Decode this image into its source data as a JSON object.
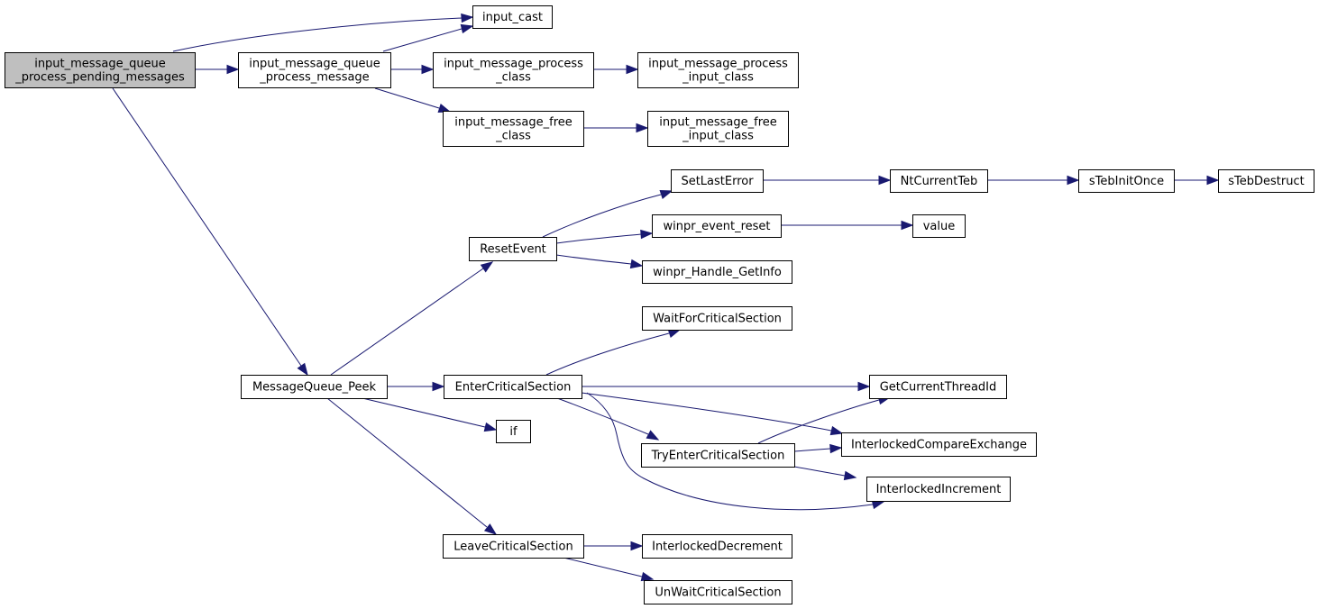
{
  "graph": {
    "nodes": [
      {
        "id": "root",
        "lines": [
          "input_message_queue",
          "_process_pending_messages"
        ],
        "root": true
      },
      {
        "id": "cast",
        "lines": [
          "input_cast"
        ]
      },
      {
        "id": "pm",
        "lines": [
          "input_message_queue",
          "_process_message"
        ]
      },
      {
        "id": "pc",
        "lines": [
          "input_message_process",
          "_class"
        ]
      },
      {
        "id": "pic",
        "lines": [
          "input_message_process",
          "_input_class"
        ]
      },
      {
        "id": "fc",
        "lines": [
          "input_message_free",
          "_class"
        ]
      },
      {
        "id": "fic",
        "lines": [
          "input_message_free",
          "_input_class"
        ]
      },
      {
        "id": "sle",
        "lines": [
          "SetLastError"
        ]
      },
      {
        "id": "nct",
        "lines": [
          "NtCurrentTeb"
        ]
      },
      {
        "id": "sti",
        "lines": [
          "sTebInitOnce"
        ]
      },
      {
        "id": "std",
        "lines": [
          "sTebDestruct"
        ]
      },
      {
        "id": "re",
        "lines": [
          "ResetEvent"
        ]
      },
      {
        "id": "wer",
        "lines": [
          "winpr_event_reset"
        ]
      },
      {
        "id": "val",
        "lines": [
          "value"
        ]
      },
      {
        "id": "whg",
        "lines": [
          "winpr_Handle_GetInfo"
        ]
      },
      {
        "id": "wfcs",
        "lines": [
          "WaitForCriticalSection"
        ]
      },
      {
        "id": "mqp",
        "lines": [
          "MessageQueue_Peek"
        ]
      },
      {
        "id": "ecs",
        "lines": [
          "EnterCriticalSection"
        ]
      },
      {
        "id": "gcti",
        "lines": [
          "GetCurrentThreadId"
        ]
      },
      {
        "id": "if",
        "lines": [
          "if"
        ]
      },
      {
        "id": "tecs",
        "lines": [
          "TryEnterCriticalSection"
        ]
      },
      {
        "id": "ice",
        "lines": [
          "InterlockedCompareExchange"
        ]
      },
      {
        "id": "ii",
        "lines": [
          "InterlockedIncrement"
        ]
      },
      {
        "id": "lcs",
        "lines": [
          "LeaveCriticalSection"
        ]
      },
      {
        "id": "id",
        "lines": [
          "InterlockedDecrement"
        ]
      },
      {
        "id": "uwcs",
        "lines": [
          "UnWaitCriticalSection"
        ]
      }
    ],
    "edges": [
      {
        "from": "root",
        "to": "cast"
      },
      {
        "from": "root",
        "to": "pm"
      },
      {
        "from": "root",
        "to": "mqp"
      },
      {
        "from": "pm",
        "to": "cast"
      },
      {
        "from": "pm",
        "to": "pc"
      },
      {
        "from": "pm",
        "to": "fc"
      },
      {
        "from": "pc",
        "to": "pic"
      },
      {
        "from": "fc",
        "to": "fic"
      },
      {
        "from": "sle",
        "to": "nct"
      },
      {
        "from": "nct",
        "to": "sti"
      },
      {
        "from": "sti",
        "to": "std"
      },
      {
        "from": "re",
        "to": "sle"
      },
      {
        "from": "re",
        "to": "wer"
      },
      {
        "from": "re",
        "to": "whg"
      },
      {
        "from": "wer",
        "to": "val"
      },
      {
        "from": "mqp",
        "to": "re"
      },
      {
        "from": "mqp",
        "to": "ecs"
      },
      {
        "from": "mqp",
        "to": "if"
      },
      {
        "from": "mqp",
        "to": "lcs"
      },
      {
        "from": "ecs",
        "to": "wfcs"
      },
      {
        "from": "ecs",
        "to": "gcti"
      },
      {
        "from": "ecs",
        "to": "ice"
      },
      {
        "from": "ecs",
        "to": "tecs"
      },
      {
        "from": "ecs",
        "to": "ii"
      },
      {
        "from": "tecs",
        "to": "gcti"
      },
      {
        "from": "tecs",
        "to": "ice"
      },
      {
        "from": "tecs",
        "to": "ii"
      },
      {
        "from": "lcs",
        "to": "id"
      },
      {
        "from": "lcs",
        "to": "uwcs"
      }
    ]
  }
}
